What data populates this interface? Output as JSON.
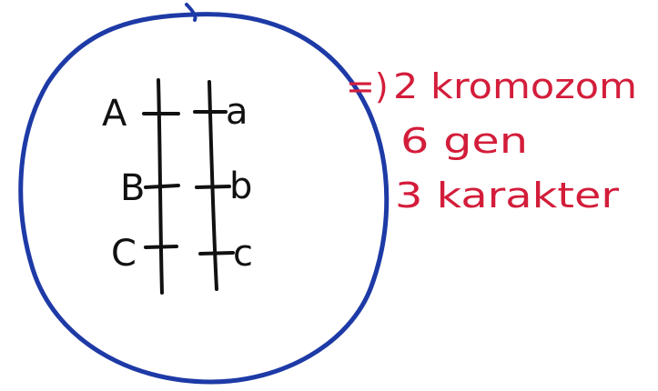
{
  "colors": {
    "cell_outline": "#1d3aa6",
    "ink": "#111111",
    "note": "#d31d3a",
    "background": "#ffffff"
  },
  "alleles": {
    "left": [
      "A",
      "B",
      "C"
    ],
    "right": [
      "a",
      "b",
      "c"
    ]
  },
  "notes": {
    "arrow": "=)",
    "line1": "2 kromozom",
    "line2": "6 gen",
    "line3": "3 karakter"
  }
}
